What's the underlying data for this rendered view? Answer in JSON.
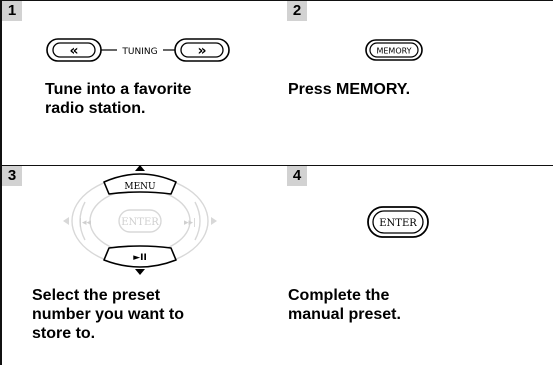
{
  "steps": [
    {
      "number": "1",
      "caption_lines": [
        "Tune into a favorite",
        "radio station."
      ]
    },
    {
      "number": "2",
      "caption_lines": [
        "Press MEMORY."
      ]
    },
    {
      "number": "3",
      "caption_lines": [
        "Select the preset",
        "number you want to",
        "store to."
      ]
    },
    {
      "number": "4",
      "caption_lines": [
        "Complete the",
        "manual preset."
      ]
    }
  ],
  "buttons": {
    "rewind": "«",
    "tuning": "TUNING",
    "forward": "»",
    "memory": "MEMORY",
    "menu": "MENU",
    "enter": "ENTER",
    "play_pause": "►II",
    "enter_large": "ENTER"
  },
  "colors": {
    "step_box": "#d2d2d2",
    "border": "#111111",
    "faded_remote": "#d8d8d8"
  }
}
